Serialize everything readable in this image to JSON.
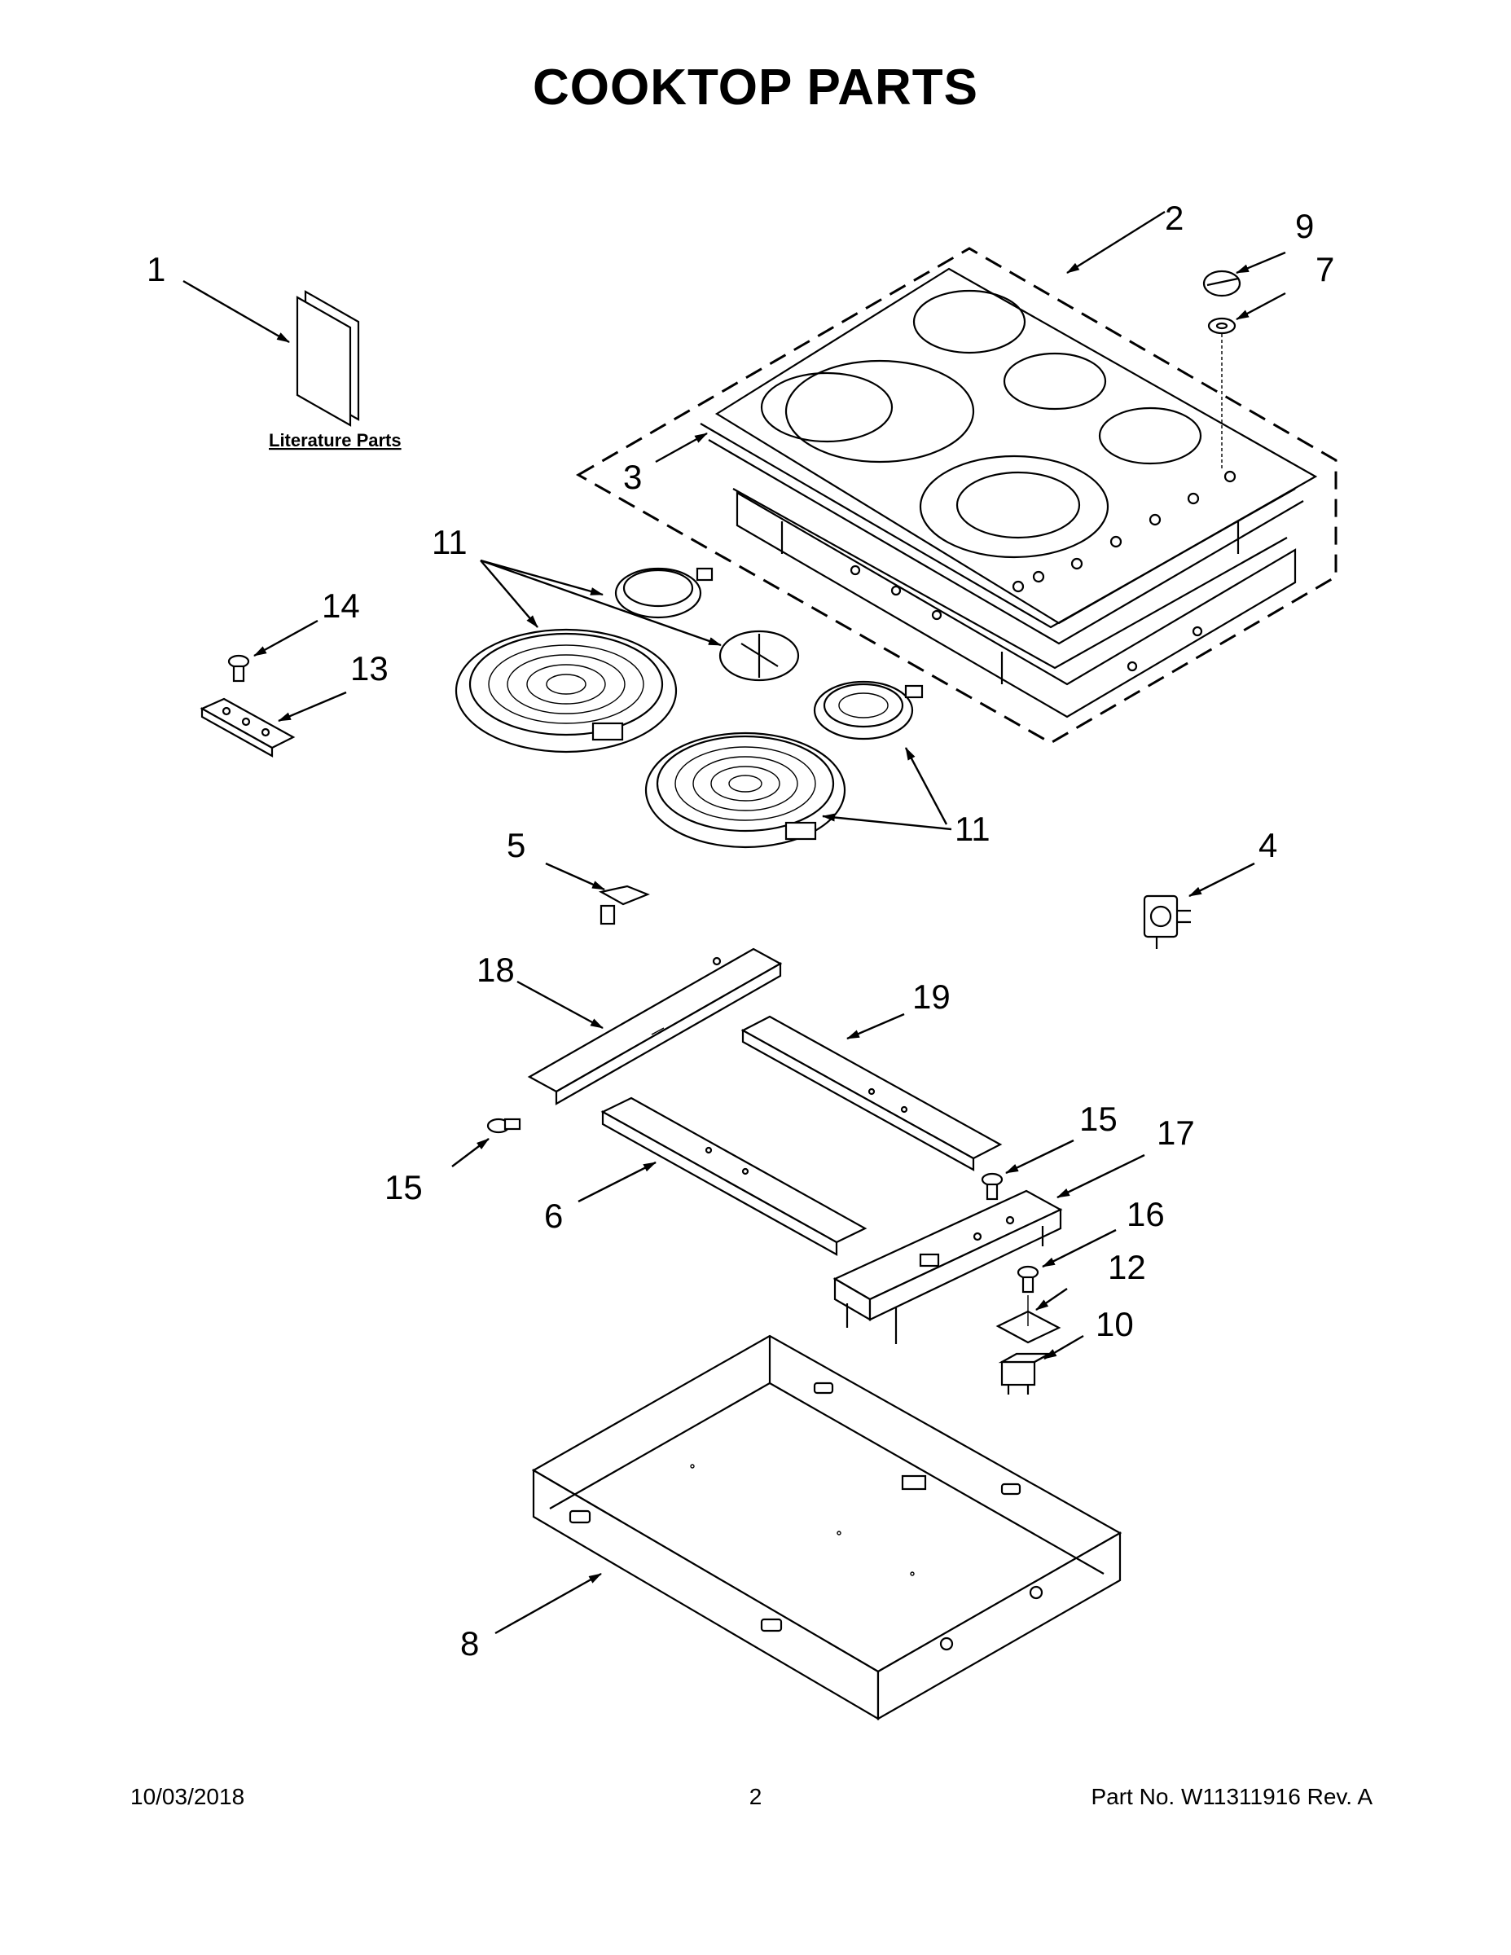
{
  "title": "COOKTOP PARTS",
  "literature_label": "Literature Parts",
  "callouts": {
    "c1": "1",
    "c2": "2",
    "c3": "3",
    "c4": "4",
    "c5": "5",
    "c6": "6",
    "c7": "7",
    "c8": "8",
    "c9": "9",
    "c10": "10",
    "c11a": "11",
    "c11b": "11",
    "c12": "12",
    "c13": "13",
    "c14": "14",
    "c15a": "15",
    "c15b": "15",
    "c16": "16",
    "c17": "17",
    "c18": "18",
    "c19": "19"
  },
  "footer": {
    "date": "10/03/2018",
    "page": "2",
    "part_number": "Part No.  W11311916  Rev.  A"
  }
}
